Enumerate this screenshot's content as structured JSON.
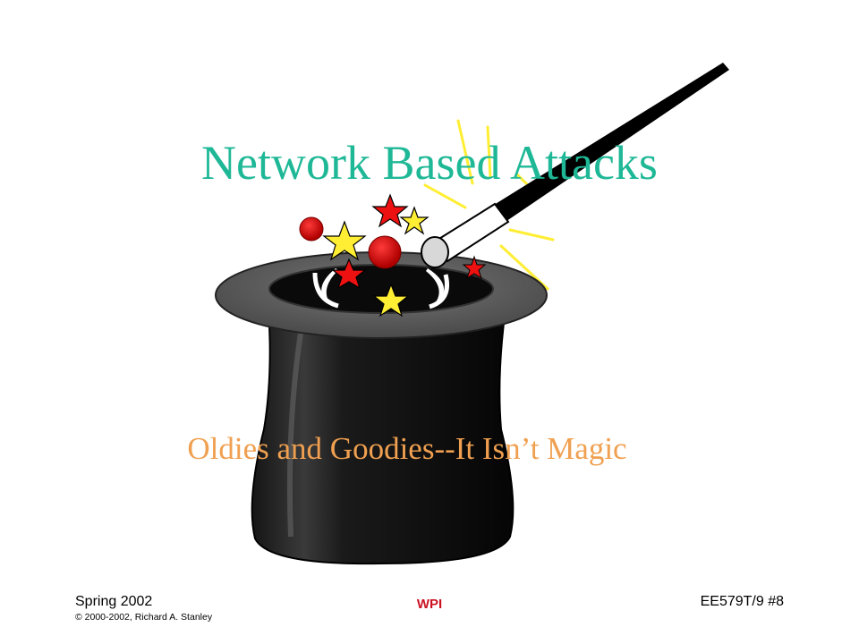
{
  "slide": {
    "title": "Network Based Attacks",
    "subtitle": "Oldies and Goodies--It Isn’t Magic",
    "colors": {
      "title": "#1fb897",
      "subtitle": "#f0a050",
      "wpi": "#cc1122"
    }
  },
  "footer": {
    "date": "Spring 2002",
    "copyright": "© 2000-2002, Richard A. Stanley",
    "center_logo": "WPI",
    "course_page": "EE579T/9  #8"
  },
  "icons": {
    "logo": "wpi-building-photo-icon",
    "art": "magic-hat-wand-icon"
  }
}
